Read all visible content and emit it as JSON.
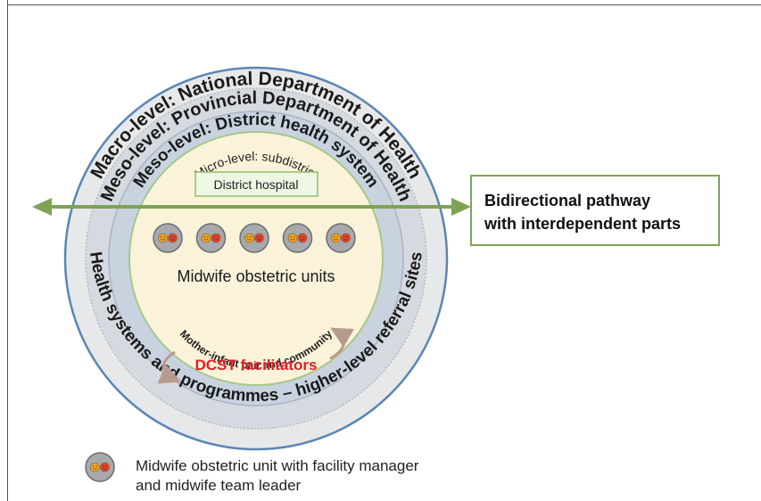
{
  "levels": {
    "macro": "Macro-level: National Department of Health",
    "meso_provincial": "Meso-level: Provincial Department of Health",
    "meso_district": "Meso-level: District health system",
    "micro": "Micro-level: subdistrict",
    "health_systems": "Health systems and programmes – higher-level referral sites"
  },
  "district_hospital": "District hospital",
  "pathway": {
    "line1": "Bidirectional pathway",
    "line2": "with interdependent parts"
  },
  "mou_label": "Midwife obstetric units",
  "mother_infant": "Mother-infant pair and community",
  "dcst": "DCST facilitators",
  "legend": {
    "line1": "Midwife obstetric unit with facility manager",
    "line2": "and midwife team leader"
  },
  "colors": {
    "outer_ring": "#e6e7e8",
    "outer_stroke": "#5b86b4",
    "meso_ring": "#d2d7de",
    "district_fill": "#c9d3df",
    "micro_stroke": "#a5c88a",
    "micro_fill": "#faf3d9",
    "arrow": "#7ea355",
    "dcst_text": "#e41e26",
    "curve_arrow": "#b79a8e"
  },
  "icons": {
    "mou_unit": "unit-icon",
    "face_manager": "orange-face-icon",
    "face_leader": "red-face-icon"
  },
  "mou_count": 5
}
